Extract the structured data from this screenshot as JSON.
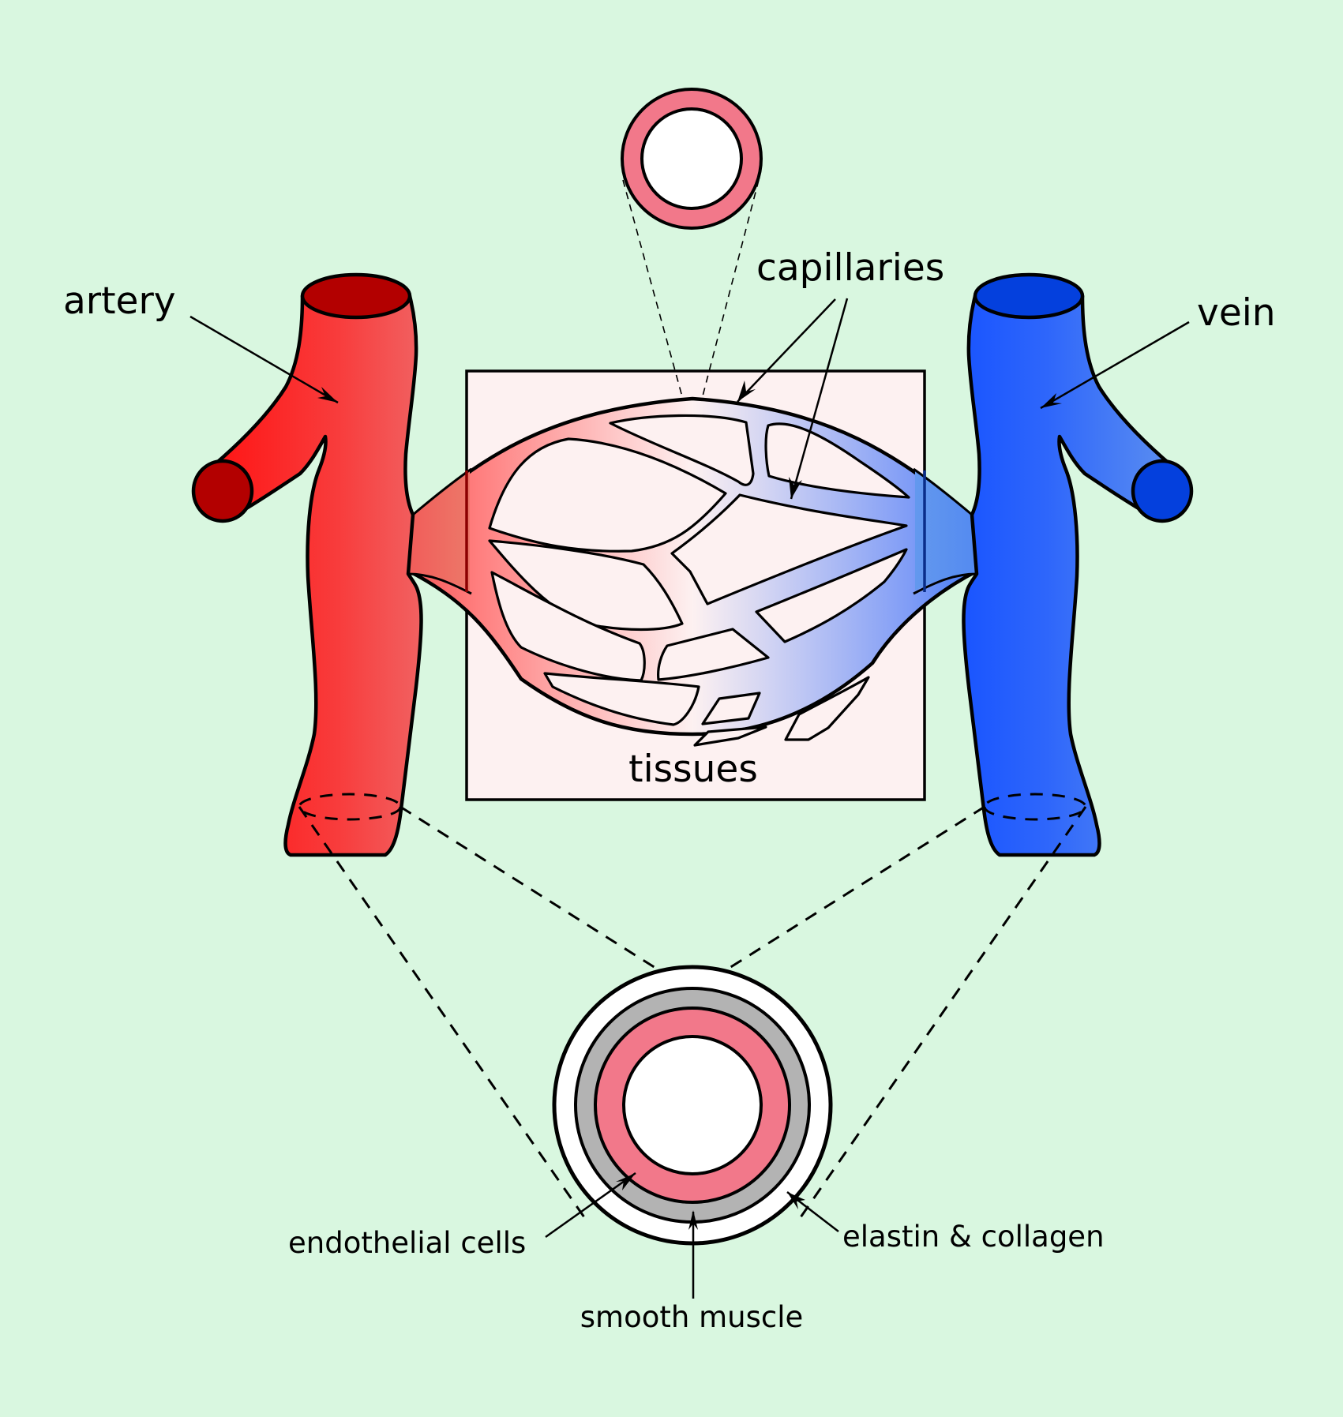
{
  "labels": {
    "artery": "artery",
    "vein": "vein",
    "capillaries": "capillaries",
    "tissues": "tissues",
    "endothelial_cells": "endothelial cells",
    "smooth_muscle": "smooth muscle",
    "elastin_collagen": "elastin & collagen"
  },
  "colors": {
    "background": "#d9f7e0",
    "tissue_box": "#fdf1f1",
    "artery_light": "#ff1a1a",
    "artery_mid": "#f25b5b",
    "artery_cap": "#b30000",
    "vein_light": "#5b8ef0",
    "vein_mid": "#1a55ff",
    "vein_cap": "#0440dd",
    "capillary_red": "#ff7a7a",
    "capillary_blue": "#6f90f5",
    "endothelium": "#f2788a",
    "smooth_muscle": "#b3b3b3",
    "elastin": "#ffffff",
    "lumen": "#ffffff"
  }
}
